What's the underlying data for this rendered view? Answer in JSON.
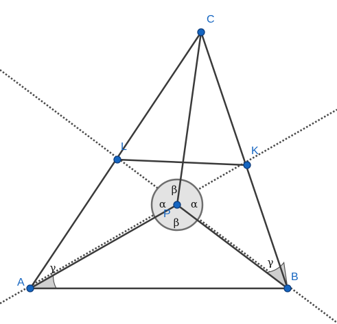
{
  "colors": {
    "point_fill": "#1565c0",
    "point_stroke": "#0d3b7a",
    "label_color": "#1565c0",
    "segment_color": "#3a3a3a",
    "dotted_line_color": "#4a4a4a",
    "angle_sector_fill": "#cfcfcf",
    "angle_sector_stroke": "#555555",
    "disc_fill": "#e3e3e3",
    "disc_stroke": "#6e6e6e",
    "angle_label_color": "#111111"
  },
  "points": {
    "A": "A",
    "B": "B",
    "C": "C",
    "K": "K",
    "L": "L",
    "P": "P"
  },
  "angle_labels": {
    "alpha": "α",
    "beta": "β",
    "gamma": "γ"
  }
}
